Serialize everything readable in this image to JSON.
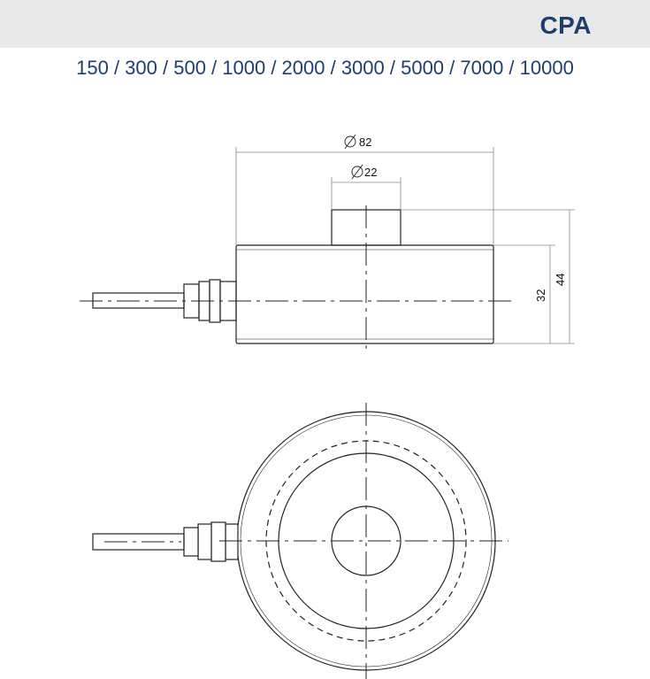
{
  "header": {
    "product_code": "CPA",
    "capacities": "150 / 300 / 500 / 1000 / 2000 / 3000 / 5000 / 7000 / 10000"
  },
  "dimensions": {
    "outer_diameter": "82",
    "boss_diameter": "22",
    "body_height": "32",
    "total_height": "44"
  },
  "colors": {
    "brand": "#1e3f6e",
    "header_bg": "#e9e9ea",
    "line": "#222222",
    "dim_line": "#8a8a8a"
  },
  "icons": {
    "diameter_symbol": "diameter-icon"
  }
}
